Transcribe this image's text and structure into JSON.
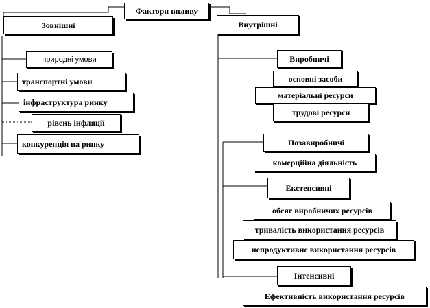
{
  "root": "Фактори впливу",
  "external": {
    "title": "Зовнішні",
    "items": [
      "природні умови",
      "транспортні умови",
      "інфраструктура ринку",
      "рівень інфляції",
      "конкуренція на ринку"
    ]
  },
  "internal": {
    "title": "Внутрішні",
    "production": {
      "title": "Виробничі",
      "items": [
        "основні засоби",
        "матеріальні ресурси",
        "трудові ресурси"
      ]
    },
    "nonproduction": {
      "title": "Позавиробничі",
      "items": [
        "комерційна діяльність"
      ]
    },
    "extensive": {
      "title": "Екстенсивні",
      "items": [
        "обсяг виробничих ресурсів",
        "тривалість використання ресурсів",
        "непродуктивне використання ресурсів"
      ]
    },
    "intensive": {
      "title": "Інтенсивні",
      "items": [
        "Ефективність використання ресурсів"
      ]
    }
  }
}
